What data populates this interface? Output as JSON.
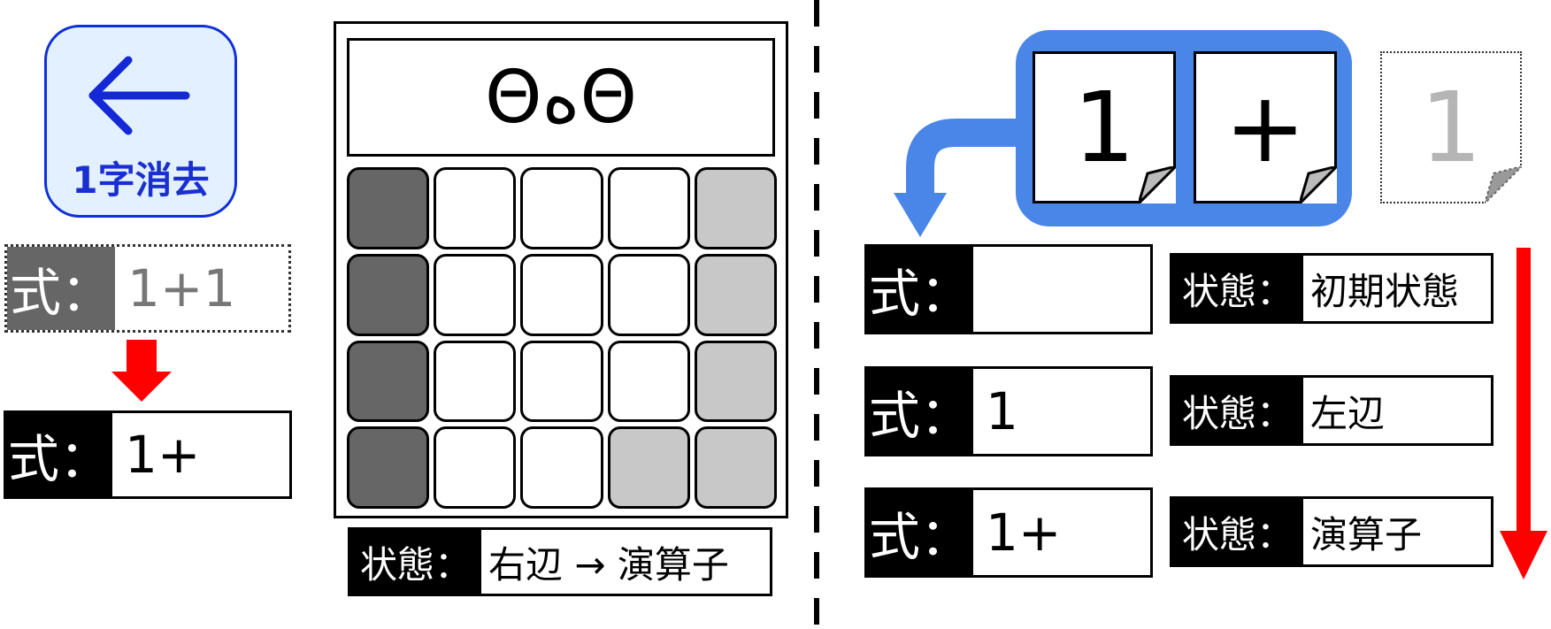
{
  "backspace": {
    "label": "1字消去",
    "icon": "left-arrow-icon"
  },
  "left_example": {
    "before": {
      "tag": "式：",
      "value": "1+1"
    },
    "after": {
      "tag": "式：",
      "value": "1+"
    }
  },
  "calculator": {
    "display_text": "ΘهΘ",
    "key_rows": [
      [
        "dark",
        "white",
        "white",
        "white",
        "light"
      ],
      [
        "dark",
        "white",
        "white",
        "white",
        "light"
      ],
      [
        "dark",
        "white",
        "white",
        "white",
        "light"
      ],
      [
        "dark",
        "white",
        "white",
        "light",
        "light"
      ]
    ],
    "status": {
      "tag": "状態：",
      "value": "右辺 → 演算子"
    }
  },
  "right_example": {
    "cards": [
      "1",
      "+"
    ],
    "ghost_card": "1",
    "rows": [
      {
        "expr_tag": "式：",
        "expr": "",
        "state_tag": "状態：",
        "state": "初期状態"
      },
      {
        "expr_tag": "式：",
        "expr": "1",
        "state_tag": "状態：",
        "state": "左辺"
      },
      {
        "expr_tag": "式：",
        "expr": "1+",
        "state_tag": "状態：",
        "state": "演算子"
      }
    ]
  },
  "colors": {
    "blue": "#4a86e8",
    "red": "#ff0000",
    "key_dark": "#666666",
    "key_light": "#c8c8c8",
    "key_white": "#ffffff"
  }
}
